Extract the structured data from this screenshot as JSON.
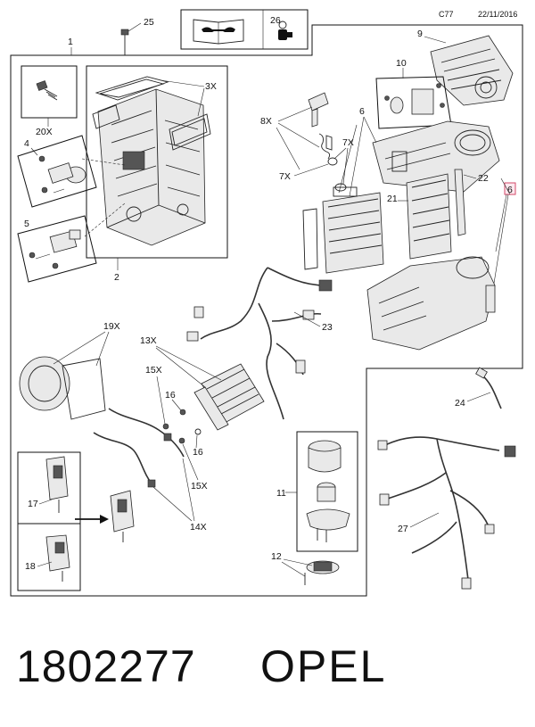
{
  "header": {
    "page_code": "C77",
    "date": "22/11/2016"
  },
  "icons": {
    "manual": "book-wrench-icon",
    "bulb": "bulb-icon"
  },
  "callouts": {
    "c1": "1",
    "c2": "2",
    "c3x": "3X",
    "c4": "4",
    "c5": "5",
    "c6a": "6",
    "c6b": "6",
    "c7x_a": "7X",
    "c7x_b": "7X",
    "c8x": "8X",
    "c9": "9",
    "c10": "10",
    "c11": "11",
    "c12": "12",
    "c13x": "13X",
    "c14x": "14X",
    "c15x_a": "15X",
    "c15x_b": "15X",
    "c16a": "16",
    "c16b": "16",
    "c17": "17",
    "c18": "18",
    "c19x": "19X",
    "c20x": "20X",
    "c21": "21",
    "c22": "22",
    "c23": "23",
    "c24": "24",
    "c25": "25",
    "c26": "26",
    "c27": "27"
  },
  "footer": {
    "part_number": "1802277",
    "brand": "OPEL"
  }
}
